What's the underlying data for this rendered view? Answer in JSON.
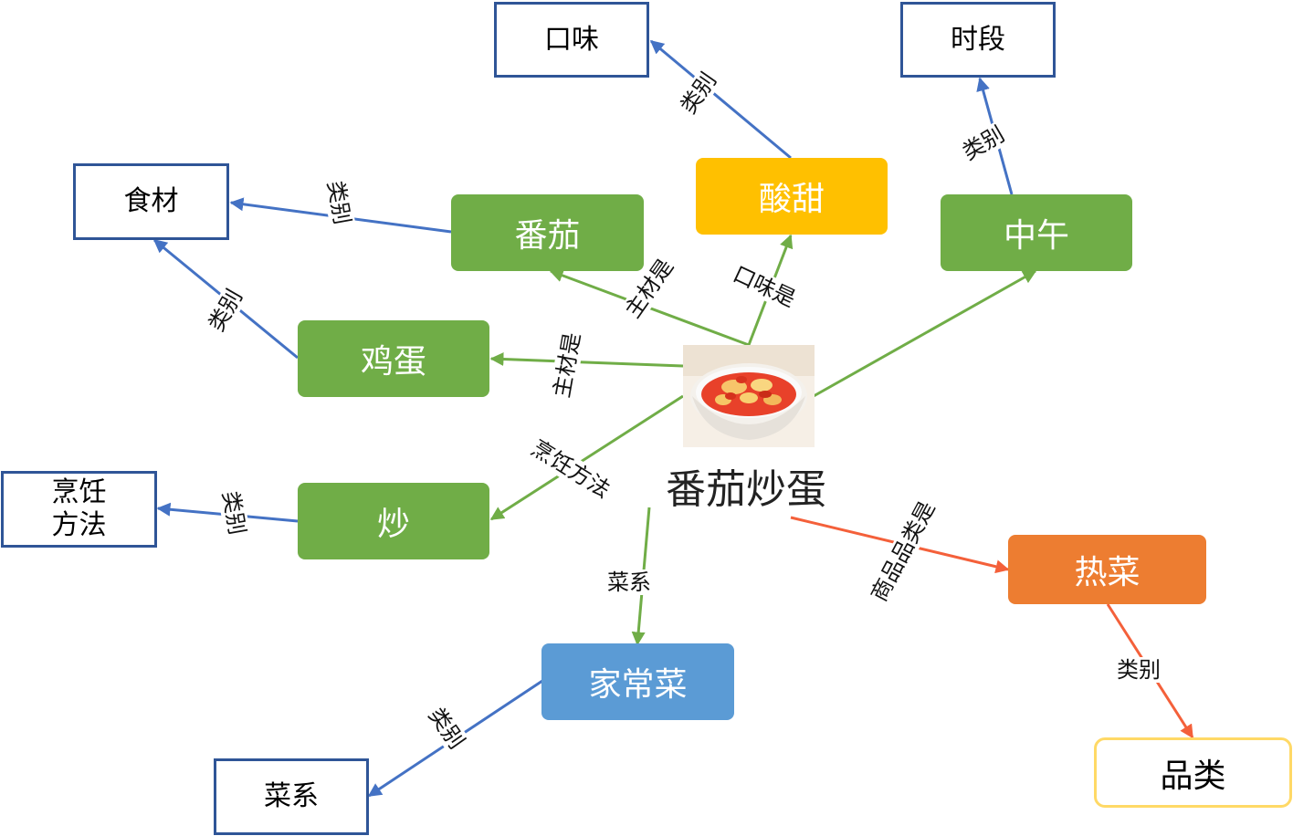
{
  "center": {
    "title": "番茄炒蛋",
    "image": "tomato-egg-dish"
  },
  "nodes": {
    "kouwei": "口味",
    "shiduan": "时段",
    "shicai": "食材",
    "pengren": "烹饪\n方法",
    "caixi": "菜系",
    "pinlei": "品类",
    "suantian": "酸甜",
    "fanqie": "番茄",
    "zhongwu": "中午",
    "jidan": "鸡蛋",
    "chao": "炒",
    "jiachangcai": "家常菜",
    "recai": "热菜"
  },
  "edge_labels": {
    "leibie": "类别",
    "zhucai": "主材是",
    "kouwei_shi": "口味是",
    "pengren_fangfa": "烹饪方法",
    "caixi": "菜系",
    "shangpin": "商品品类是"
  },
  "colors": {
    "green": "#70ad47",
    "yellow": "#ffc000",
    "blue": "#5b9bd5",
    "orange": "#ed7d31",
    "outline": "#2f5597",
    "edge_blue": "#4472c4",
    "edge_green": "#70ad47",
    "edge_orange": "#f4603a",
    "pill_border": "#ffd966"
  }
}
